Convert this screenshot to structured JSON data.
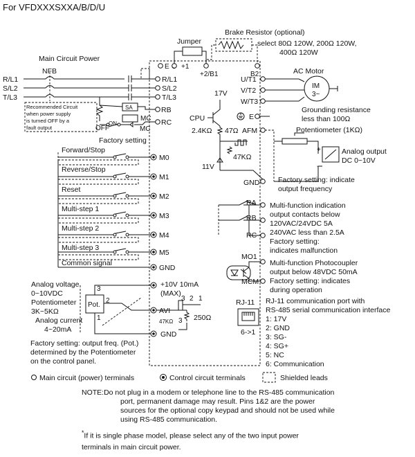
{
  "model_title": "For VFDXXXSXXA/B/D/U",
  "top": {
    "brake_resistor": "Brake Resistor (optional)",
    "brake_select_1": "select 80Ω  120W, 200Ω  120W,",
    "brake_select_2": "400Ω  120W",
    "jumper": "Jumper",
    "plus1": "+1",
    "plus2": "+2/B1",
    "b2": "B2",
    "e_sym": "E ⊕"
  },
  "main_circuit": {
    "title": "Main Circuit Power",
    "nfb": "NFB",
    "inputs": [
      "R/L1",
      "S/L2",
      "T/L3"
    ],
    "outputs": [
      "U/T1",
      "V/T2",
      "W/T3"
    ],
    "recommended": [
      "Recommended Circuit",
      "when power supply",
      "is turned OFF by a",
      "fault output"
    ],
    "sa": "SA",
    "mc": "MC",
    "on": "ON",
    "off": "OFF",
    "rb": "RB",
    "rc": "RC",
    "factory_setting": "Factory setting"
  },
  "motor": {
    "ac_motor": "AC Motor",
    "im": "IM",
    "phase": "3~",
    "grounding_1": "Grounding resistance",
    "grounding_2": "less than 100Ω"
  },
  "cpu_block": {
    "v17": "17V",
    "cpu": "CPU",
    "e": "E",
    "r24k": "2.4KΩ",
    "r47": "47Ω",
    "afm": "AFM",
    "r47k": "47KΩ",
    "v11": "11V",
    "gnd": "GND",
    "potentiometer": "Potentiometer (1KΩ)",
    "analog_out_1": "Analog output",
    "analog_out_2": "DC 0~10V",
    "afm_note_1": "Factory setting: indicate",
    "afm_note_2": "output frequency"
  },
  "digital_inputs": {
    "labels": [
      "Forward/Stop",
      "Reverse/Stop",
      "Reset",
      "Multi-step 1",
      "Multi-step 2",
      "Multi-step 3",
      "Common signal"
    ],
    "terminals": [
      "M0",
      "M1",
      "M2",
      "M3",
      "M4",
      "M5",
      "GND"
    ]
  },
  "relay": {
    "ra": "RA",
    "rb": "RB",
    "rc": "RC",
    "desc": [
      "Multi-function indication",
      "output contacts below",
      "120VAC/24VDC 5A",
      "240VAC less than 2.5A",
      "Factory setting:",
      "indicates malfunction"
    ]
  },
  "photocoupler": {
    "mo1": "MO1",
    "mcm": "MCM",
    "desc": [
      "Multi-function Photocoupler",
      "output below 48VDC 50mA",
      "Factory setting: indicates",
      "during operation"
    ]
  },
  "analog_in": {
    "voltage": [
      "Analog voltage",
      "0~10VDC"
    ],
    "pot": [
      "Potentiometer",
      "3K~5KΩ"
    ],
    "current": [
      "Analog current",
      "4~20mA"
    ],
    "pot_box": "Pot.",
    "p3": "3",
    "p2": "2",
    "p1": "1",
    "v10": "+10V 10mA",
    "max": "(MAX)",
    "avi": "AVI",
    "r47k": "47KΩ",
    "sw3": "3",
    "sw2": "2",
    "sw1": "1",
    "r250": "250Ω",
    "gnd": "GND",
    "factory": [
      "Factory setting: output freq. (Pot.)",
      "determined by the Potentiometer",
      "on the control panel."
    ]
  },
  "rj11": {
    "label": "RJ-11",
    "pins_label": "6->1",
    "desc": [
      "RJ-11 communication port with",
      "RS-485 serial communication interface",
      "1: 17V",
      "2: GND",
      "3: SG-",
      "4: SG+",
      "5: NC",
      "6: Communication"
    ]
  },
  "legend": {
    "main": "Main circuit (power) terminals",
    "control": "Control circuit terminals",
    "shielded": "Shielded leads"
  },
  "note": {
    "head": "NOTE:",
    "line1": "Do not plug in a modem or telephone line to the RS-485 communication",
    "line2": "port, permanent damage may result. Pins 1&2 are the power",
    "line3": "sources for the optional copy keypad and should not be used while",
    "line4": "using RS-485 communication."
  },
  "footnote": {
    "star": "*",
    "line1": "If it is single phase model, please select any of the two input power",
    "line2": "terminals in main circuit power."
  }
}
